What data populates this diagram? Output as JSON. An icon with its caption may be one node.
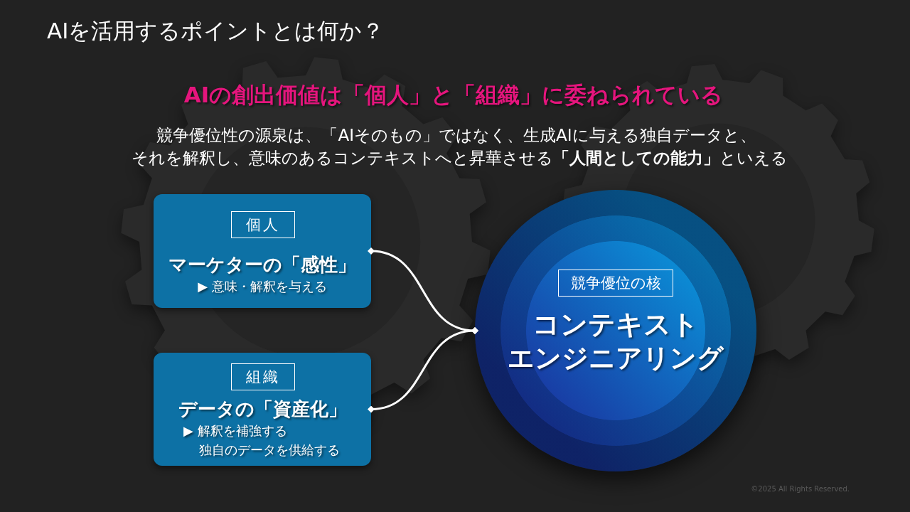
{
  "diagram": {
    "title": "AIを活用するポイントとは何か？",
    "nodes": [
      {
        "text": [
          "マーケターの「感性」",
          "▶ 意味・解釈を与える"
        ]
      },
      {
        "text": [
          "個人"
        ],
        "in": 0
      },
      {
        "text": [
          "データの「資産化」",
          "▶ 解釈を補強する",
          "独自のデータを供給する"
        ]
      },
      {
        "text": [
          "組織"
        ],
        "in": 2
      },
      {
        "text": [
          "コンテキスト",
          "エンジニアリング"
        ]
      },
      {
        "text": [
          "競争優位の核"
        ],
        "in": 4
      }
    ],
    "edges": [
      {
        "from": 0,
        "to": 4,
        "arrow": "other"
      },
      {
        "from": 2,
        "to": 4,
        "arrow": "other"
      }
    ],
    "labels": [
      "AIの創出価値は「個人」と「組織」に委ねられている",
      "競争優位性の源泉は、「AIそのもの」ではなく、生成AIに与える独自データと、",
      "それを解釈し、意味のあるコンテキストへと昇華させる**「人間としての能力」**といえる",
      "©2025 All Rights Reserved."
    ]
  }
}
